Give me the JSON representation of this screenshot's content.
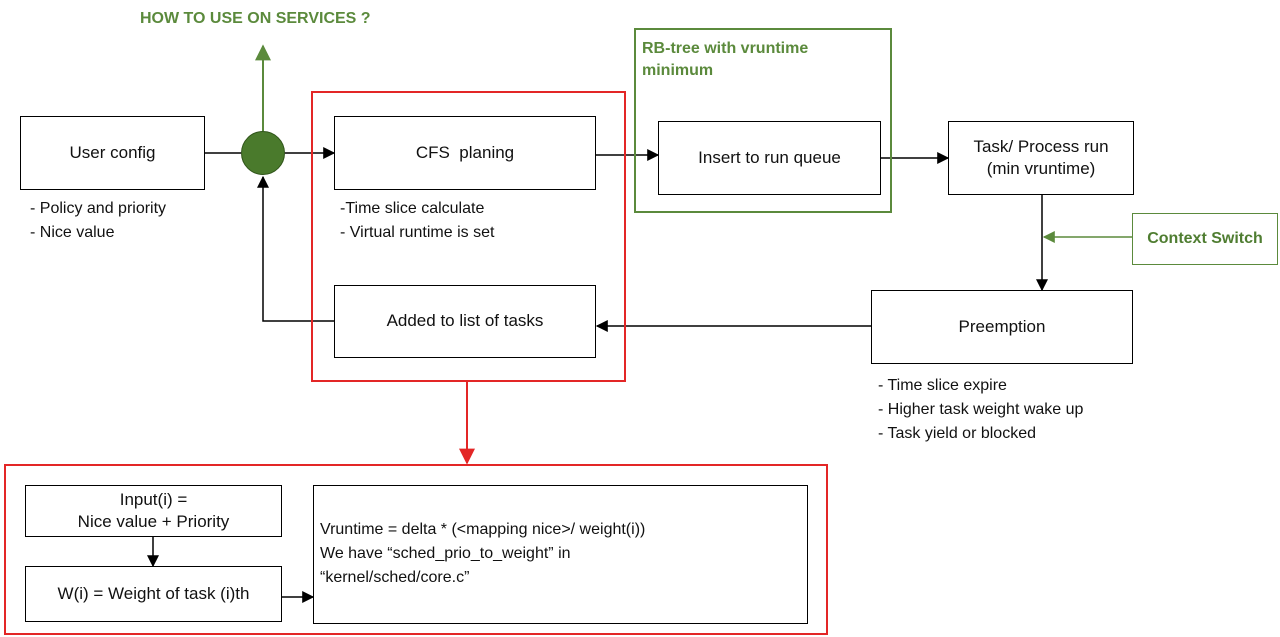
{
  "title": "HOW TO USE ON SERVICES ?",
  "rbtree_label_line1": "RB-tree with vruntime",
  "rbtree_label_line2": "minimum",
  "boxes": {
    "user_config": "User config",
    "cfs_planing": "CFS  planing",
    "insert_run_queue": "Insert to run queue",
    "task_run_line1": "Task/ Process run",
    "task_run_line2": "(min vruntime)",
    "added_list": "Added to list of tasks",
    "preemption": "Preemption",
    "context_switch": "Context Switch",
    "input_line1": "Input(i) =",
    "input_line2": "Nice value + Priority",
    "weight": "W(i) = Weight of task (i)th"
  },
  "notes": {
    "user_config": [
      "- Policy and priority",
      "- Nice value"
    ],
    "cfs": [
      "-Time slice calculate",
      "- Virtual runtime is set"
    ],
    "preemption": [
      "- Time slice expire",
      "- Higher task weight wake up",
      "- Task yield or blocked"
    ]
  },
  "formula": [
    "Vruntime = delta * (<mapping nice>/ weight(i))",
    "We have “sched_prio_to_weight” in",
    "“kernel/sched/core.c”"
  ],
  "colors": {
    "red": "#e32626",
    "green": "#5b8a3c",
    "node": "#4a7a2c"
  }
}
